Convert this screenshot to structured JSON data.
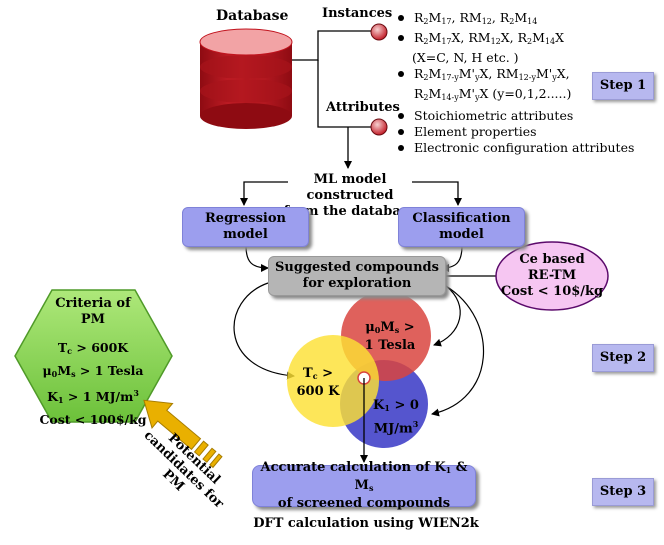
{
  "database": {
    "label": "Database"
  },
  "instances": {
    "label": "Instances",
    "items": [
      "R2M17, RM12, R2M14",
      "R2M17X, RM12X, R2M14X",
      "(X=C, N, H etc. )",
      "R2M17-yM'yX, RM12-yM'yX,",
      "R2M14-yM'yX (y=0,1,2.....)"
    ]
  },
  "attributes": {
    "label": "Attributes",
    "items": [
      "Stoichiometric attributes",
      "Element properties",
      "Electronic configuration attributes"
    ]
  },
  "steps": [
    "Step 1",
    "Step 2",
    "Step 3"
  ],
  "ml_model": {
    "line1": "ML model constructed",
    "line2": "from the database"
  },
  "regression": {
    "line1": "Regression",
    "line2": "model"
  },
  "classification": {
    "line1": "Classification",
    "line2": "model"
  },
  "suggested": {
    "line1": "Suggested compounds",
    "line2": "for exploration"
  },
  "ce": {
    "line1": "Ce based",
    "line2": "RE-TM",
    "line3": "Cost < 10$/kg"
  },
  "criteria": {
    "title1": "Criteria of",
    "title2": "PM",
    "items": [
      "Tc > 600K",
      "μ0Ms > 1 Tesla",
      "K1 > 1 MJ/m3",
      "Cost < 100$/kg"
    ]
  },
  "venn": {
    "tc_line1": "Tc >",
    "tc_line2": "600 K",
    "ms_line1": "μ0Ms >",
    "ms_line2": "1 Tesla",
    "k_line1": "K1 > 0",
    "k_line2": "MJ/m3"
  },
  "potential": {
    "line1": "Potential",
    "line2": "candidates for PM"
  },
  "accurate": {
    "line1": "Accurate calculation of K1 & Ms",
    "line2": "of screened compounds"
  },
  "dft": {
    "label": "DFT calculation using WIEN2k"
  },
  "colors": {
    "db_top": "#f2a3a5",
    "db_body": "#c1131d",
    "box_blue": "#9c9eee",
    "box_gray": "#b5b5b5",
    "hex_green": "#8fd657",
    "ce_pink": "#f6c6f2",
    "circle_red": "#d9453f",
    "circle_yellow": "#fde035",
    "circle_blue": "#4342c9",
    "arrow_gold": "#e9b000",
    "step_bg": "#b7b8ef"
  }
}
